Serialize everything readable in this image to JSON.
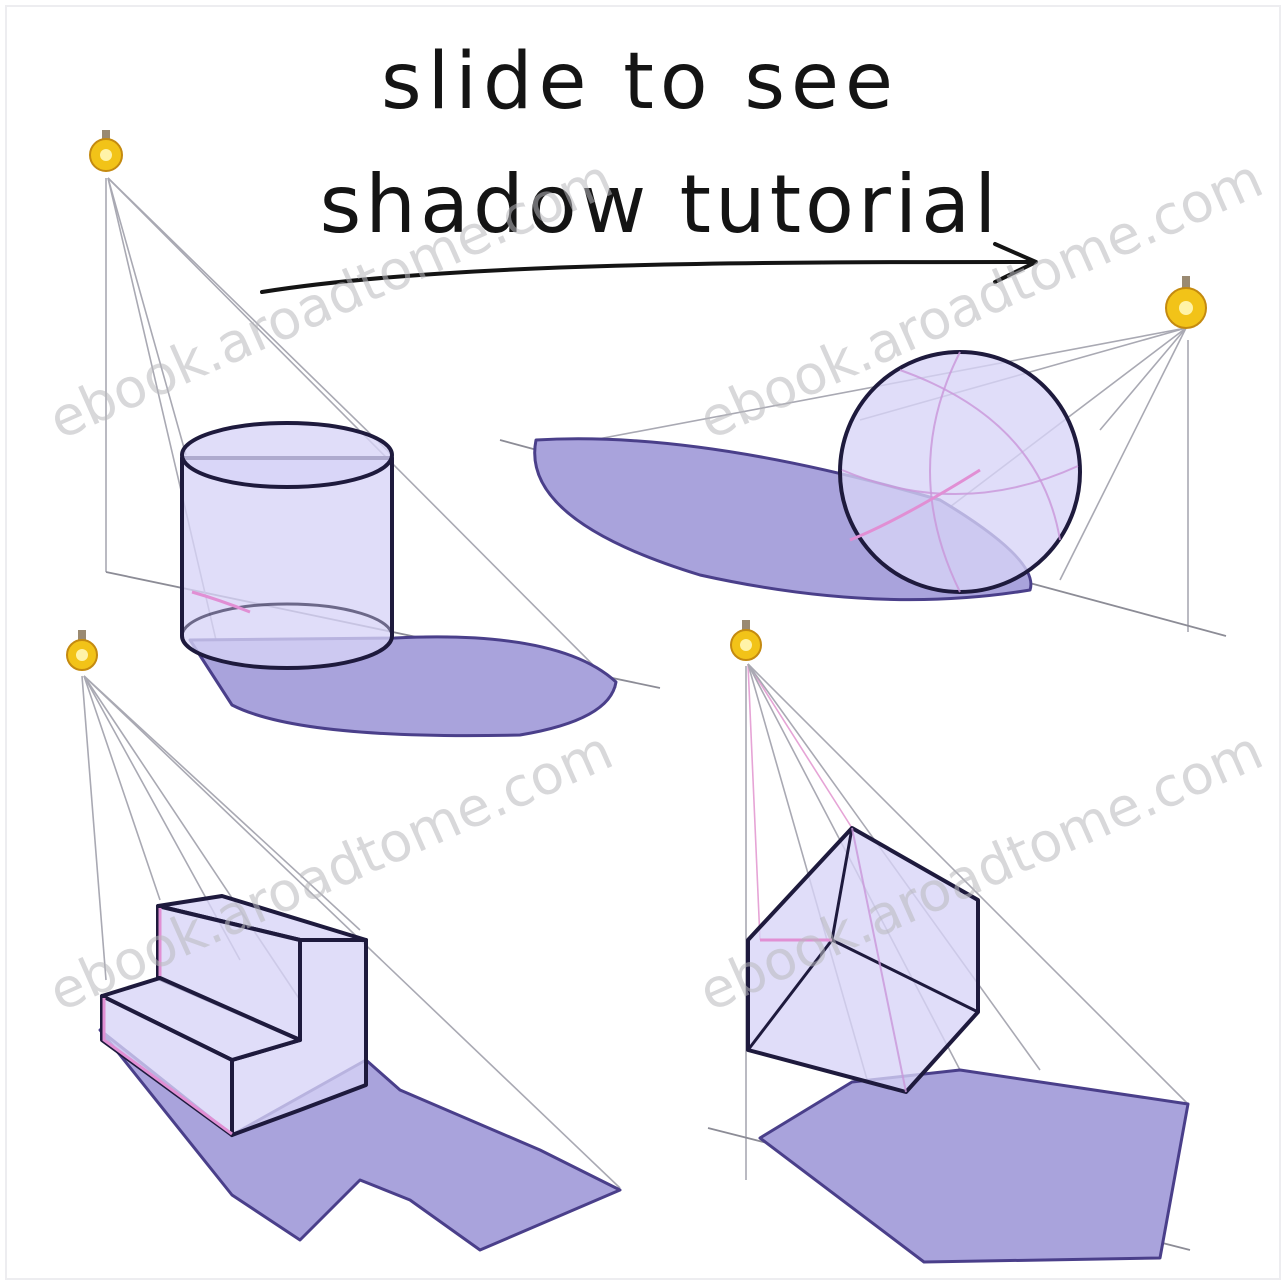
{
  "title": {
    "line1": "slide to see",
    "line2": "shadow tutorial"
  },
  "watermarks": [
    "ebook.aroadtome.com",
    "ebook.aroadtome.com",
    "ebook.aroadtome.com",
    "ebook.aroadtome.com"
  ],
  "colors": {
    "background": "#ffffff",
    "object_fill": "#d7d3f7",
    "shadow_fill": "#a9a3dc",
    "outline": "#1e1a3d",
    "light_ray": "#a9a9b3",
    "pink_edge": "#e18fd4",
    "bulb": "#f2c318"
  },
  "icons": [
    "light-bulb-icon",
    "light-bulb-icon",
    "light-bulb-icon",
    "light-bulb-icon",
    "arrow-right-icon"
  ]
}
